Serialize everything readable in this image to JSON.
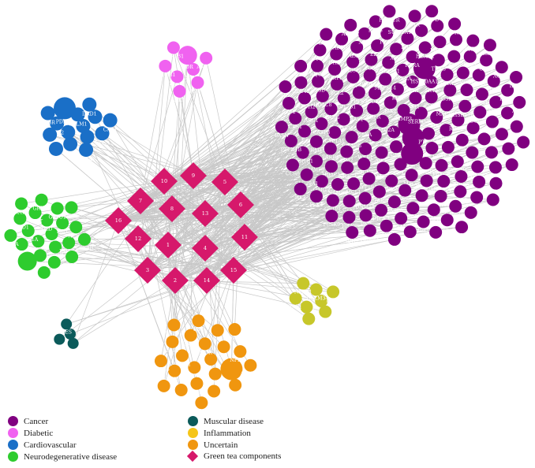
{
  "colors": {
    "cancer": "#800080",
    "diabetic": "#f062f0",
    "cardiovascular": "#1a6fc7",
    "neuro": "#2ecc2e",
    "muscular": "#0b5a5a",
    "inflammation": "#c7c72a",
    "uncertain": "#f0960f",
    "green_tea": "#d6186b",
    "edge": "#c8c8c8"
  },
  "legend": {
    "left": [
      {
        "label": "Cancer",
        "color": "#800080",
        "shape": "circle"
      },
      {
        "label": "Diabetic",
        "color": "#f062f0",
        "shape": "circle"
      },
      {
        "label": "Cardiovascular",
        "color": "#1a6fc7",
        "shape": "circle"
      },
      {
        "label": "Neurodegenerative disease",
        "color": "#2ecc2e",
        "shape": "circle"
      }
    ],
    "right": [
      {
        "label": "Muscular disease",
        "color": "#0b5a5a",
        "shape": "circle"
      },
      {
        "label": "Inflammation",
        "color": "#f5c518",
        "shape": "circle"
      },
      {
        "label": "Uncertain",
        "color": "#f0960f",
        "shape": "circle"
      },
      {
        "label": "Green tea components",
        "color": "#d6186b",
        "shape": "diamond"
      }
    ]
  },
  "green_tea_components": [
    "10",
    "9",
    "5",
    "7",
    "8",
    "13",
    "6",
    "12",
    "1",
    "4",
    "11",
    "3",
    "2",
    "14",
    "15",
    "16"
  ],
  "clusters": {
    "diabetic": [
      "CYP2C9",
      "SHBG",
      "VDR",
      "PTPN1",
      "AKR1B1",
      "AMY1C",
      "HK1",
      "AKR1B1"
    ],
    "cardiovascular": [
      "MYLK",
      "HSD11B3",
      "CALM1",
      "ACE",
      "ACE2",
      "F10",
      "ABC",
      "PDE4D",
      "NOS3",
      "ADORA2A",
      "DRD1",
      "ADRA2",
      "TGBR",
      "CAE1",
      "MBL"
    ],
    "neuro": [
      "NR3C1",
      "GSK3A",
      "DLD",
      "OPRK1",
      "GRIK1A",
      "PAI1",
      "CYP1A2",
      "MAPT",
      "PTPRIA",
      "MAOB",
      "GSTO1",
      "FKBP1A",
      "OPRD1",
      "ACHE",
      "BACE1",
      "GRIM3",
      "APP",
      "MAOA",
      "OPRL",
      "GPR",
      "KAT6",
      "CSK3B"
    ],
    "muscular": [
      "MYH",
      "ACTA",
      "DES",
      "HDAC4"
    ],
    "inflammation": [
      "MMP12",
      "PRSS1",
      "CALM3",
      "NFKB2",
      "TAP1",
      "TGM3",
      "ELANE",
      "NFKB1"
    ],
    "uncertain": [
      "CAMK2B",
      "HCHB",
      "PECR",
      "MEX-3",
      "PDPK1",
      "RDRP",
      "CTDSP1",
      "GSTA3",
      "GART",
      "KDM5D1",
      "GAA",
      "LAP3",
      "ALPI",
      "NFE2L2",
      "ALPPL2",
      "MPI",
      "ALPL",
      "GPR35",
      "PCTP",
      "AKR1A1",
      "BAZ2B",
      "ALOX15",
      "CCNB3"
    ],
    "cancer": [
      "PARG",
      "PARP1",
      "MMP3",
      "PTGS1",
      "PLA2G2A",
      "SERPINE1",
      "FGFR1",
      "JAK2",
      "PTPN11",
      "ABL1",
      "KIT",
      "SRC",
      "EGFR",
      "MET",
      "RET",
      "KDR",
      "FLT3",
      "AURKA",
      "CDK2",
      "CDK4",
      "CDK6",
      "CHEK1",
      "WEE1",
      "PLK1",
      "BRAF",
      "RAF1",
      "MAP2K1",
      "MAPK1",
      "MAPK14",
      "PIK3CA",
      "PIK3CG",
      "AKT1",
      "MTOR",
      "PDPK2",
      "ROCK1",
      "ROCK2",
      "PRKCA",
      "PRKCB",
      "PRKCQ",
      "GSK3B",
      "CSNK2A1",
      "DYRK1A",
      "PIM1",
      "PIM2",
      "HSP90AA1",
      "HSP90AB1",
      "HSD17B1",
      "HSD17B2",
      "CYP19A1",
      "CYP17A1",
      "CYP1B1",
      "CYP1A1",
      "ESR1",
      "ESR2",
      "AR",
      "PGR",
      "NR3C2",
      "RXRA",
      "RARA",
      "PPARG",
      "PPARA",
      "PPARD",
      "TOP1",
      "TOP2A",
      "PARP2",
      "TNKS",
      "TNKS2",
      "BCL2",
      "BCL2L1",
      "MCL1",
      "XIAP",
      "BIRC5",
      "CASP3",
      "CASP7",
      "CASP8",
      "MDM2",
      "TP53",
      "HDAC1",
      "HDAC2",
      "HDAC6",
      "HDAC8",
      "KDM1A",
      "DNMT1",
      "EZH2",
      "BRD4",
      "PRMT1",
      "PRMT5",
      "CARM1",
      "SIRT1",
      "SIRT2",
      "NAMPT",
      "IDO1",
      "TDO2",
      "ARG1",
      "NOS2",
      "PTGS2",
      "ALOX5",
      "MMP2",
      "MMP9",
      "MMP13",
      "ADAM17",
      "CTSB",
      "CTSK",
      "CTSL",
      "PLAU",
      "F2",
      "F7",
      "KLK3",
      "TYMS",
      "DHFR",
      "RRM1",
      "GART2",
      "ATIC",
      "IMPDH1",
      "IMPDH2",
      "ADA",
      "PNP",
      "XDH",
      "AKR1C3",
      "AKR1C1",
      "ALDH2",
      "ALDH1A1",
      "NQO1",
      "NQO2",
      "GSTP1",
      "SULT1A1",
      "UGT1A1",
      "CES1",
      "CES2",
      "ABCB1",
      "ABCG2",
      "SLC2A1",
      "SLC29A1",
      "RAC1",
      "RAC2",
      "CDC42",
      "RHOA",
      "HRAS",
      "KRAS",
      "NRAS",
      "PTPN1B",
      "PTPRC",
      "PTPN2",
      "DUSP1",
      "DUSP6",
      "PLK4",
      "TTK",
      "NEK2",
      "ACS2",
      "ACSS2",
      "ADRB1",
      "ADRB2",
      "CXCR4",
      "CCR5",
      "FPR1",
      "GPBAR1",
      "MTTP",
      "APOB",
      "PCSK9",
      "HMGCR",
      "SCD",
      "FASN",
      "ACACA",
      "ACLY",
      "LDHA",
      "PKM",
      "HK2",
      "G6PD",
      "PGD",
      "TKT",
      "IDH1",
      "IDH2"
    ]
  }
}
